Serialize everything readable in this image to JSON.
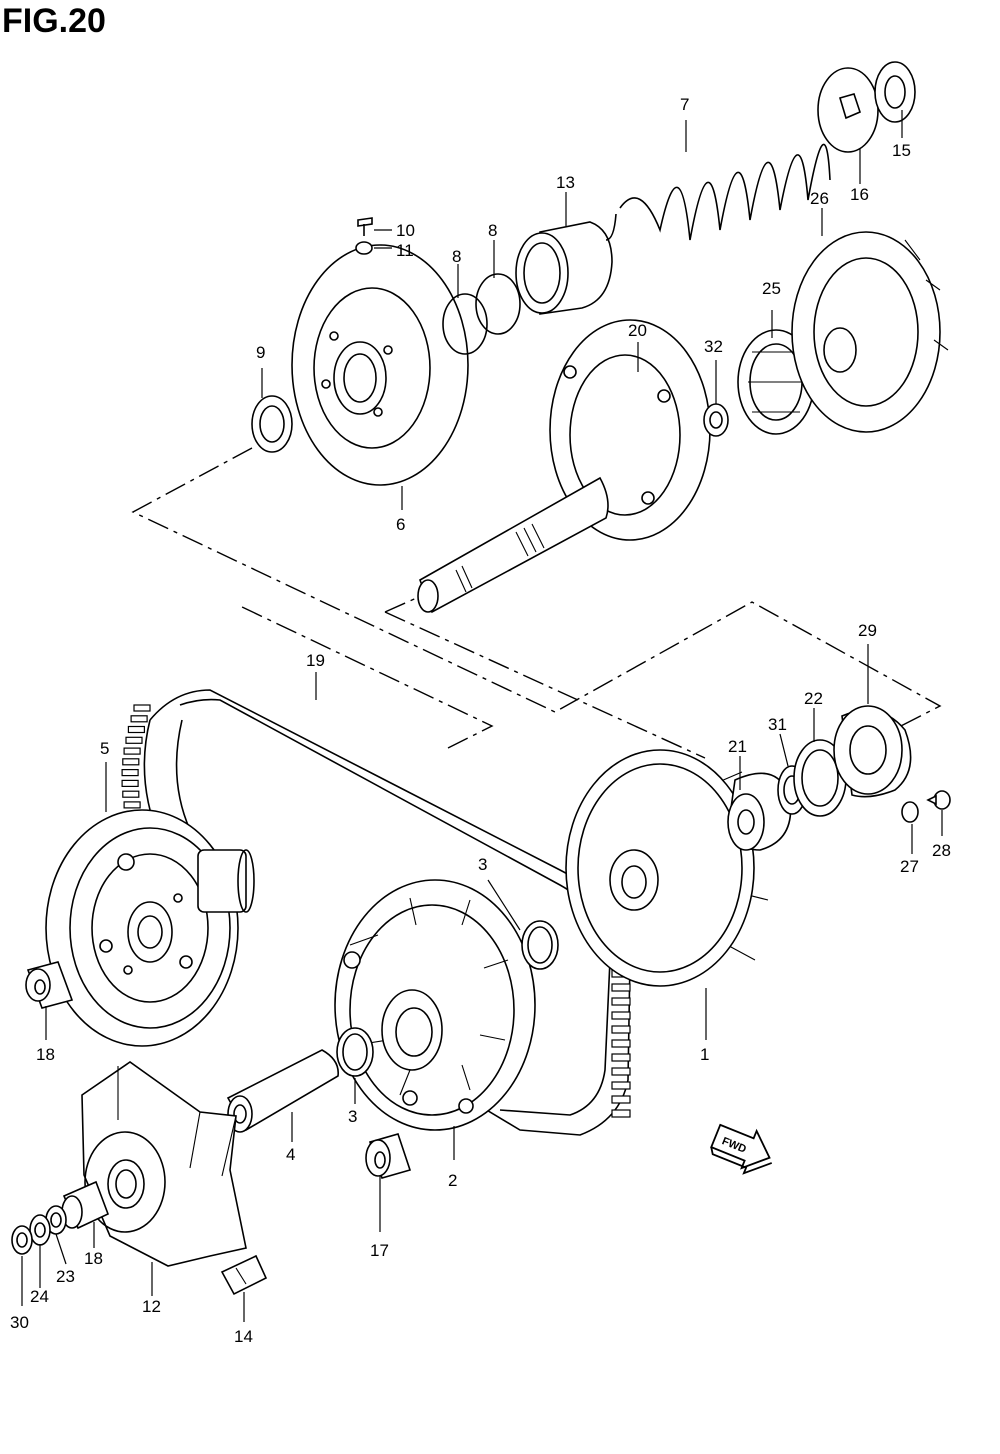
{
  "figure": {
    "title": "FIG.20"
  },
  "labels": {
    "p1": "1",
    "p2": "2",
    "p3a": "3",
    "p3b": "3",
    "p4": "4",
    "p5": "5",
    "p6": "6",
    "p7": "7",
    "p8a": "8",
    "p8b": "8",
    "p9": "9",
    "p10": "10",
    "p11": "11",
    "p12": "12",
    "p13": "13",
    "p14": "14",
    "p15": "15",
    "p16": "16",
    "p17": "17",
    "p18a": "18",
    "p18b": "18",
    "p19": "19",
    "p20": "20",
    "p21": "21",
    "p22": "22",
    "p23": "23",
    "p24": "24",
    "p25": "25",
    "p26": "26",
    "p27": "27",
    "p28": "28",
    "p29": "29",
    "p30": "30",
    "p31": "31",
    "p32": "32"
  },
  "fwd": {
    "text": "FWD"
  }
}
